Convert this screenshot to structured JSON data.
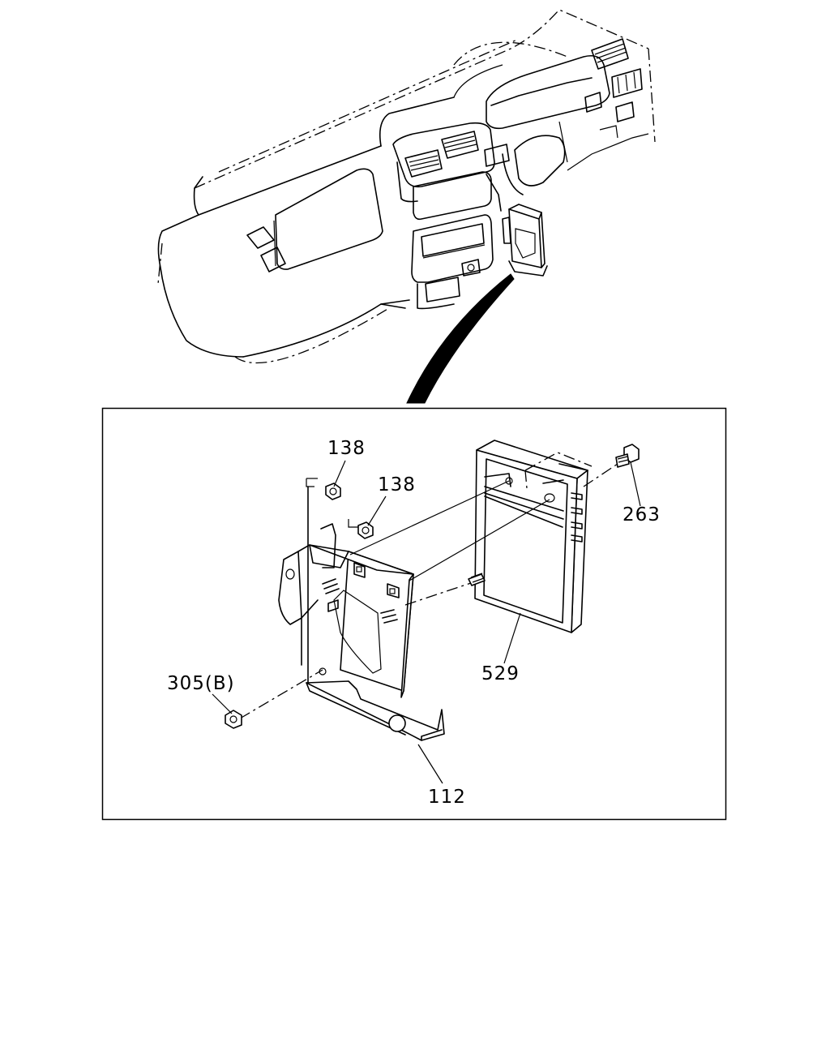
{
  "diagram": {
    "callouts": [
      {
        "id": "nut-138-a",
        "label": "138"
      },
      {
        "id": "nut-138-b",
        "label": "138"
      },
      {
        "id": "bolt-263",
        "label": "263"
      },
      {
        "id": "unit-529",
        "label": "529"
      },
      {
        "id": "nut-305b",
        "label": "305(B)"
      },
      {
        "id": "bracket-112",
        "label": "112"
      }
    ]
  }
}
